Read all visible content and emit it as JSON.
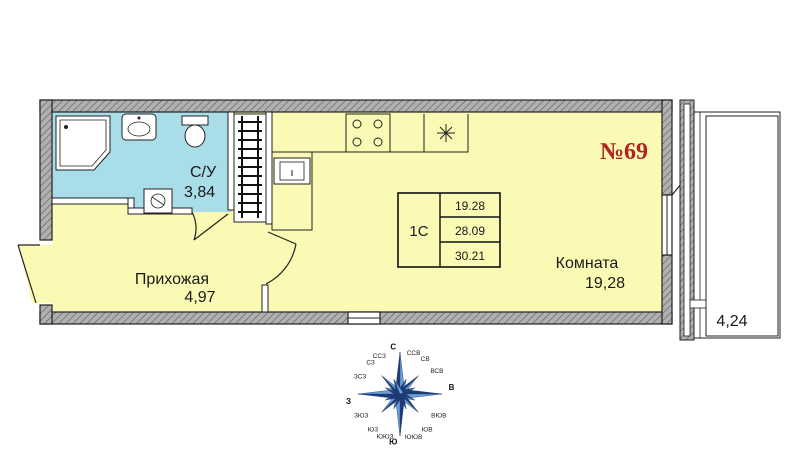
{
  "apartment": {
    "number": "№69",
    "type": "1С",
    "areas": [
      "19.28",
      "28.09",
      "30.21"
    ]
  },
  "rooms": {
    "bathroom": {
      "name": "С/У",
      "area": "3,84"
    },
    "hallway": {
      "name": "Прихожая",
      "area": "4,97"
    },
    "room": {
      "name": "Комната",
      "area": "19,28"
    },
    "balcony": {
      "area": "4,24"
    }
  },
  "compass": {
    "main": [
      "С",
      "В",
      "Ю",
      "З"
    ],
    "minor": [
      "СВ",
      "ВСВ",
      "ВЮВ",
      "ЮВ",
      "ЮЮВ",
      "ЮЮЗ",
      "ЮЗ",
      "ЗЮЗ",
      "ЗСЗ",
      "СЗ",
      "ССЗ",
      "ССВ"
    ]
  },
  "colors": {
    "wall": "#9a9a9a",
    "wall_stroke": "#222222",
    "bathroom_fill": "#a9dde8",
    "room_fill": "#fafab4",
    "apartment_number": "#b22222",
    "compass_dark": "#1f3b73",
    "compass_light": "#6aa0d8"
  }
}
